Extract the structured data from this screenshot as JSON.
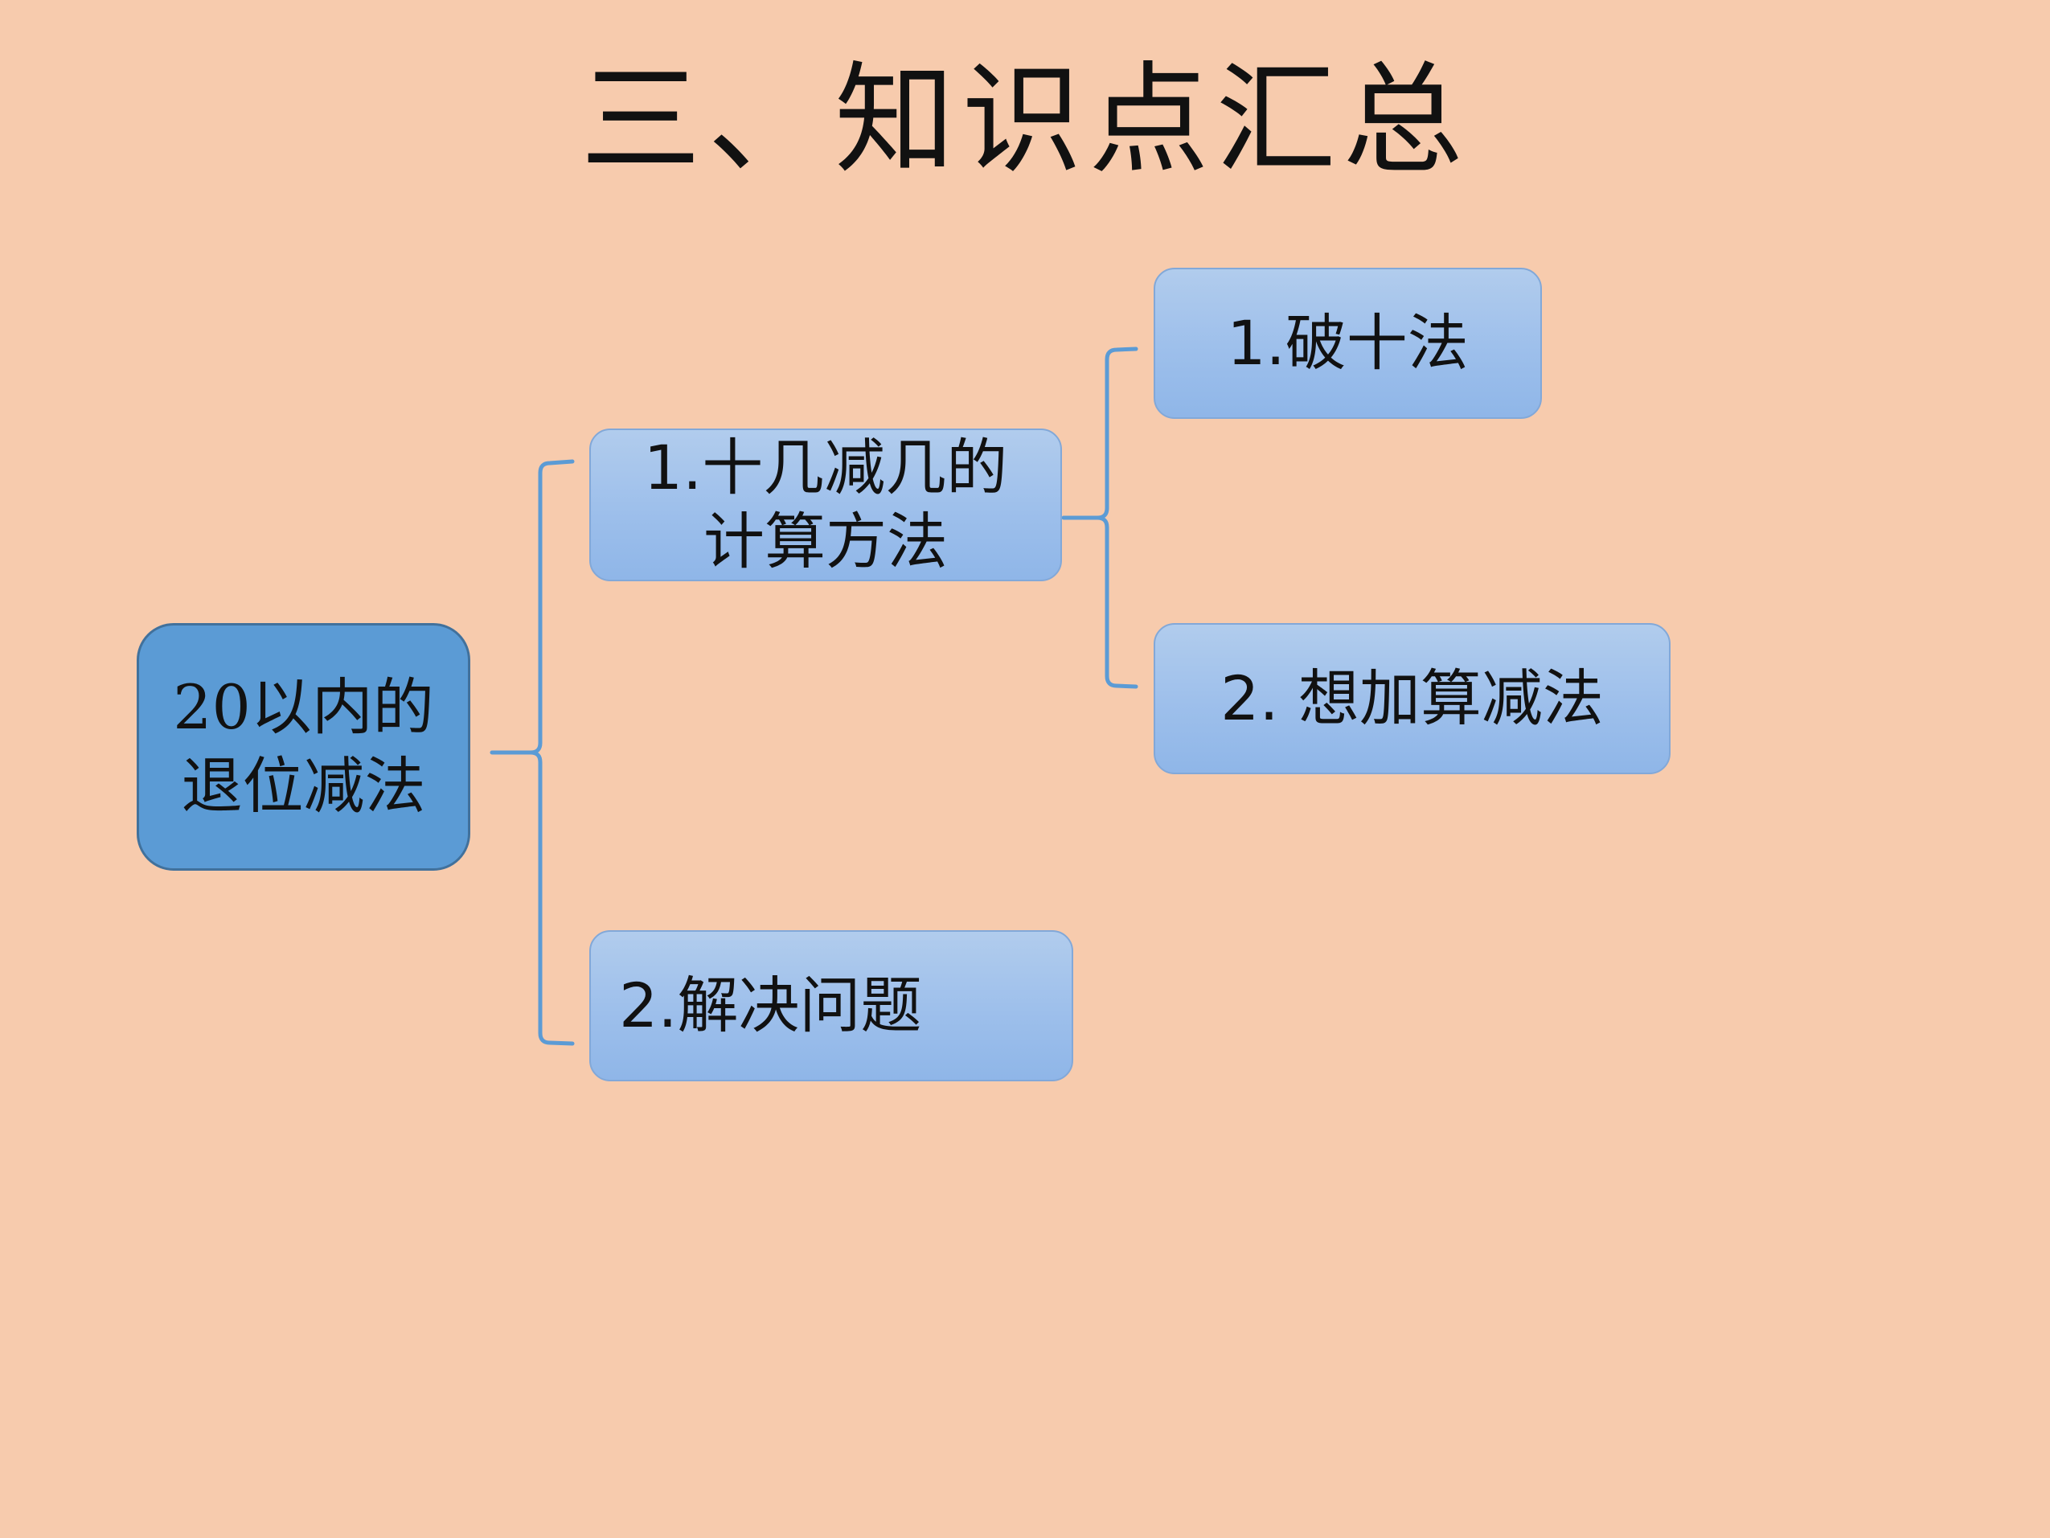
{
  "title": "三、知识点汇总",
  "diagram": {
    "root": "20以内的退位减法",
    "children": [
      {
        "label": "1.十几减几的计算方法",
        "children": [
          {
            "label": "1.破十法"
          },
          {
            "label": "2. 想加算减法"
          }
        ]
      },
      {
        "label": "2.解决问题"
      }
    ]
  },
  "colors": {
    "background": "#f7cbad",
    "root_fill": "#5b9bd5",
    "node_fill": "#9dbfeb",
    "connector": "#5b9bd5"
  }
}
